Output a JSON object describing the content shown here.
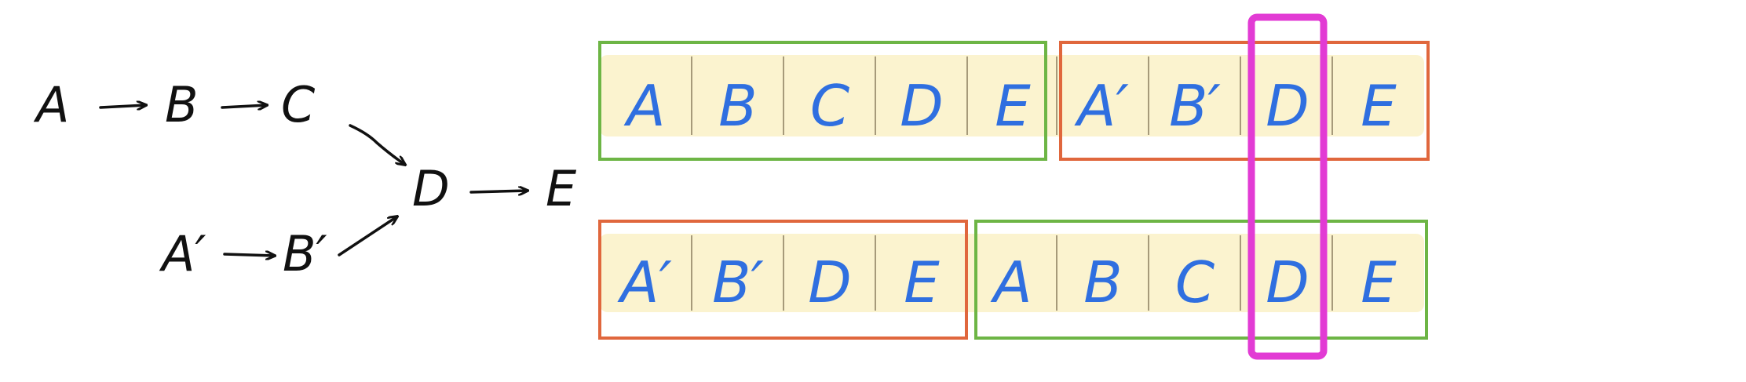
{
  "colors": {
    "ink": "#111111",
    "cell_text": "#2f6fe0",
    "cell_fill": "#fbf3cf",
    "cell_divider": "#a69a7a",
    "green_box": "#6db545",
    "orange_box": "#e0673d",
    "magenta_highlight": "#e23bd4"
  },
  "graph": {
    "nodes": [
      "A",
      "B",
      "C",
      "D",
      "E",
      "A′",
      "B′"
    ],
    "edges": [
      [
        "A",
        "B"
      ],
      [
        "B",
        "C"
      ],
      [
        "C",
        "D"
      ],
      [
        "D",
        "E"
      ],
      [
        "A′",
        "B′"
      ],
      [
        "B′",
        "D"
      ]
    ]
  },
  "sequences": {
    "top": {
      "group1": [
        "A",
        "B",
        "C",
        "D",
        "E"
      ],
      "group2": [
        "A′",
        "B′",
        "D",
        "E"
      ]
    },
    "bottom": {
      "group1": [
        "A′",
        "B′",
        "D",
        "E"
      ],
      "group2": [
        "A",
        "B",
        "C",
        "D",
        "E"
      ]
    }
  }
}
